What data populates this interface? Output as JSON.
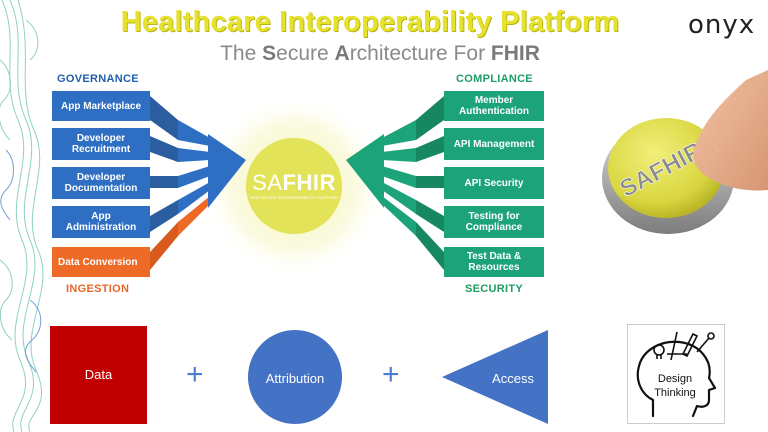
{
  "header": {
    "title": "Healthcare Interoperability Platform",
    "subtitle_parts": [
      "The ",
      "S",
      "ecure ",
      "A",
      "rchitecture For ",
      "FHIR"
    ],
    "logo": "onyx"
  },
  "sections": {
    "governance": "GOVERNANCE",
    "ingestion": "INGESTION",
    "compliance": "COMPLIANCE",
    "security": "SECURITY"
  },
  "left_items": [
    "App Marketplace",
    "Developer\nRecruitment",
    "Developer\nDocumentation",
    "App\nAdministration",
    "Data Conversion"
  ],
  "right_items": [
    "Member\nAuthentication",
    "API Management",
    "API Security",
    "Testing for\nCompliance",
    "Test Data &\nResources"
  ],
  "center": {
    "name_prefix": "SA",
    "name_suffix": "FHIR",
    "tagline": "HEALTHCARE INTEROPERABILITY PLATFORM"
  },
  "button_text": "SAFHIR",
  "bottom": {
    "data": "Data",
    "attribution": "Attribution",
    "access": "Access",
    "plus": "+",
    "design_line1": "Design",
    "design_line2": "Thinking"
  },
  "colors": {
    "title": "#e6e12c",
    "governance_blue": "#2e6fc4",
    "ingestion_orange": "#ee6a27",
    "compliance_green": "#1ca37a",
    "data_red": "#c00000",
    "shape_blue": "#4472c4",
    "hub_yellow": "#e3e35a"
  }
}
